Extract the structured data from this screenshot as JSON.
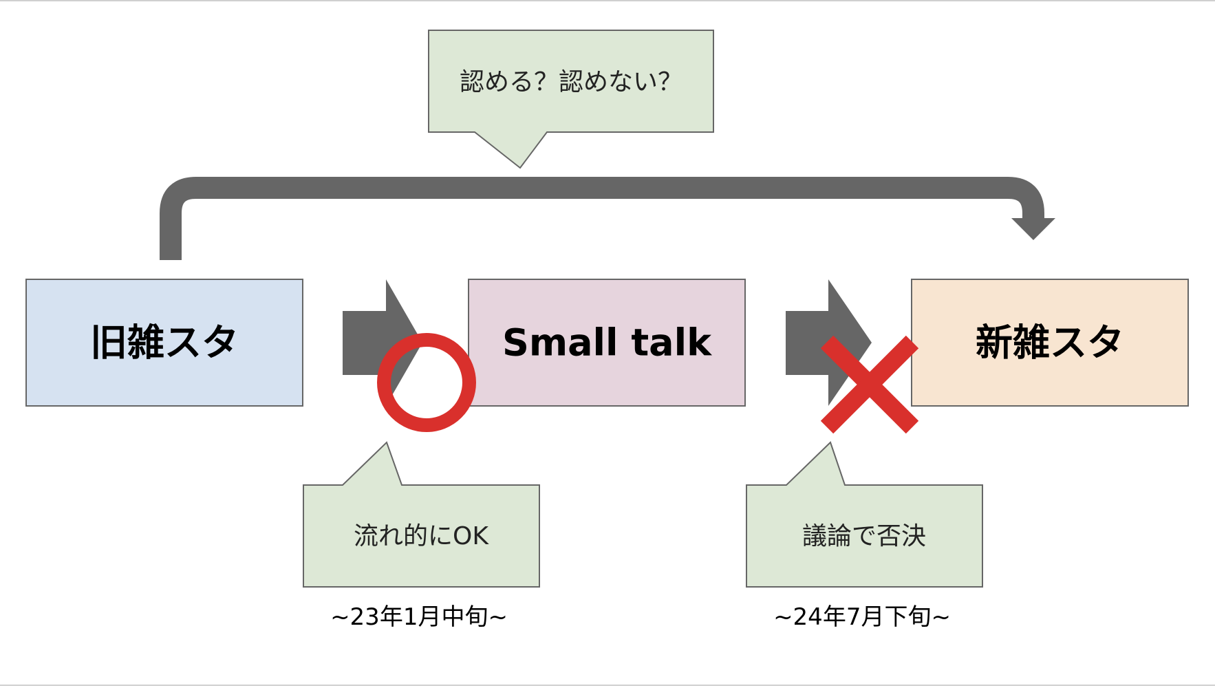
{
  "nodes": {
    "old": {
      "label": "旧雑スタ",
      "fill": "#d6e2f1"
    },
    "small_talk": {
      "label": "Small talk",
      "fill": "#e6d4dd"
    },
    "new": {
      "label": "新雑スタ",
      "fill": "#f8e5d1"
    }
  },
  "callouts": {
    "top": {
      "text": "認める？認めない？"
    },
    "left": {
      "text": "流れ的にOK"
    },
    "right": {
      "text": "議論で否決"
    }
  },
  "dates": {
    "left": "~23年1月中旬~",
    "right": "~24年7月下旬~"
  },
  "marks": {
    "approved": {
      "icon": "circle-mark-icon",
      "color": "#d9302c"
    },
    "rejected": {
      "icon": "cross-mark-icon",
      "color": "#d9302c"
    }
  },
  "colors": {
    "arrow": "#666666",
    "callout_fill": "#dde8d6",
    "border": "#666666"
  }
}
